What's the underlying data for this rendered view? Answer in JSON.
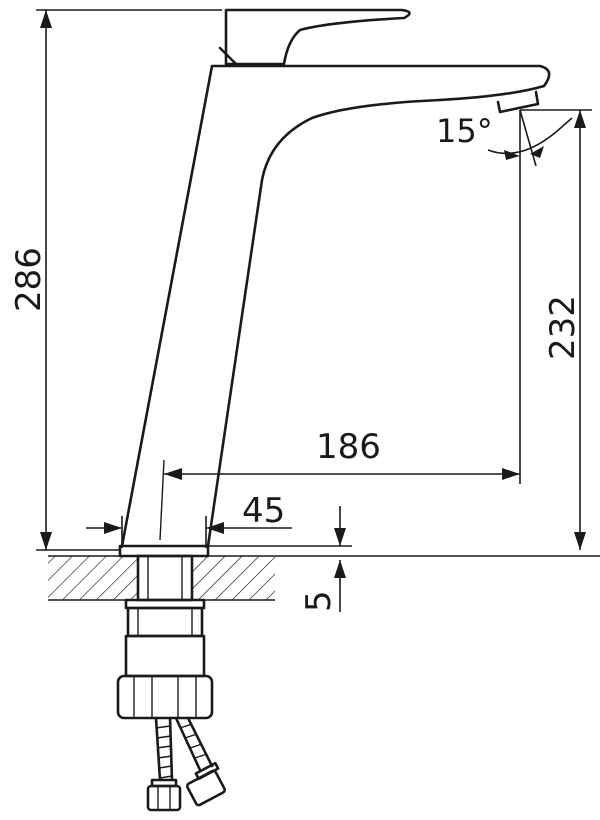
{
  "dimensions": {
    "total_height": "286",
    "outlet_height": "232",
    "reach": "186",
    "base_diameter": "45",
    "deck_thickness": "5",
    "spout_angle": "15°"
  }
}
